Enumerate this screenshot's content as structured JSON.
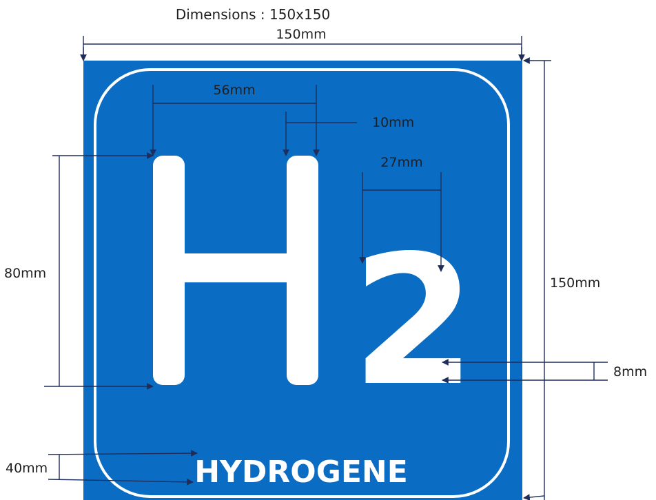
{
  "title": "Dimensions : 150x150",
  "sign": {
    "main_symbol": "H",
    "subscript": "2",
    "label": "HYDROGENE",
    "background_color": "#0a6cc2",
    "foreground_color": "#ffffff"
  },
  "dimensions": {
    "width": "150mm",
    "height": "150mm",
    "h_span": "56mm",
    "stroke_width": "10mm",
    "digit_width": "27mm",
    "letter_height": "80mm",
    "digit_stroke": "8mm",
    "label_height": "40mm"
  },
  "colors": {
    "dimension_lines": "#1f2d5a"
  }
}
